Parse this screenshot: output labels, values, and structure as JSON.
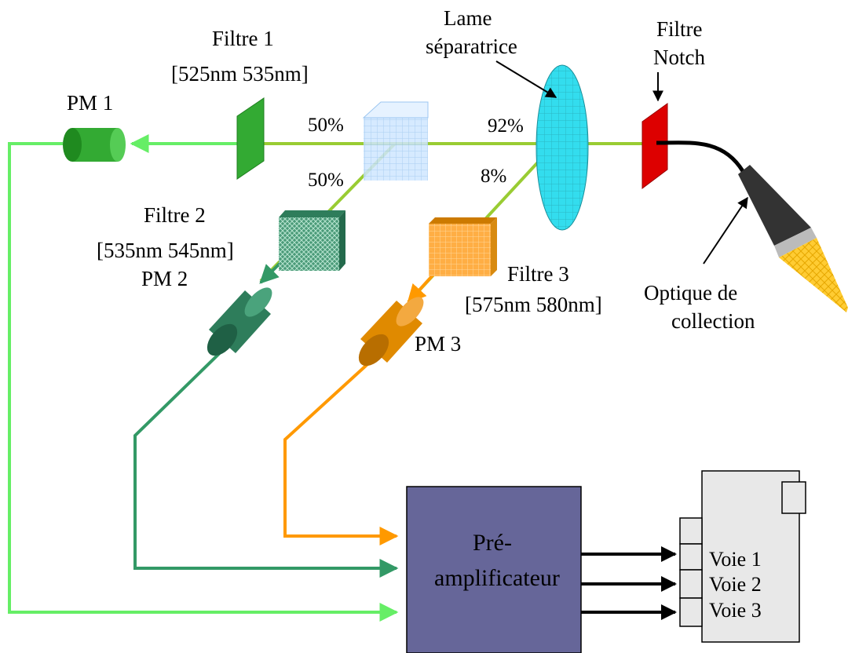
{
  "labels": {
    "pm1": "PM 1",
    "pm2": "PM 2",
    "pm3": "PM 3",
    "filtre1_title": "Filtre 1",
    "filtre1_range": "[525nm 535nm]",
    "filtre2_title": "Filtre 2",
    "filtre2_range": "[535nm  545nm]",
    "filtre3_title": "Filtre 3",
    "filtre3_range": "[575nm 580nm]",
    "lame_line1": "Lame",
    "lame_line2": "séparatrice",
    "notch_line1": "Filtre",
    "notch_line2": "Notch",
    "optique_line1": "Optique de",
    "optique_line2": "collection",
    "preamp_line1": "Pré-",
    "preamp_line2": "amplificateur"
  },
  "percentages": {
    "cube_transmit": "50%",
    "cube_reflect": "50%",
    "lame_transmit": "92%",
    "lame_reflect": "8%"
  },
  "channels": [
    "Voie 1",
    "Voie 2",
    "Voie 3"
  ],
  "colors": {
    "beam_main": "#99cc33",
    "pm1_signal": "#66ee66",
    "pm2_signal": "#339966",
    "pm3_signal": "#ff9900",
    "pm1_body": "#33aa33",
    "pm2_body": "#2e7d5b",
    "pm3_body": "#e08a00",
    "filtre1": "#33aa33",
    "filtre2": "#339966",
    "filtre3": "#ffaa33",
    "notch": "#dd0000",
    "lame": "#33ddee",
    "cube": "#cce6ff",
    "preamp": "#666699",
    "oscillo": "#e8e8e8",
    "collection_cone": "#ffcc33"
  }
}
